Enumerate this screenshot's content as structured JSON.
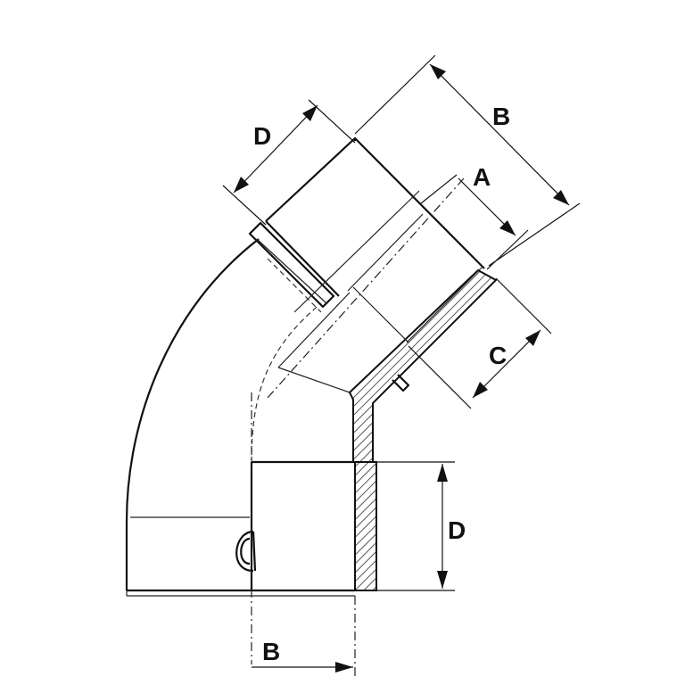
{
  "dimensions": {
    "d_upper": "D",
    "b_upper": "B",
    "a": "A",
    "c": "C",
    "d_right": "D",
    "b_lower": "B"
  }
}
